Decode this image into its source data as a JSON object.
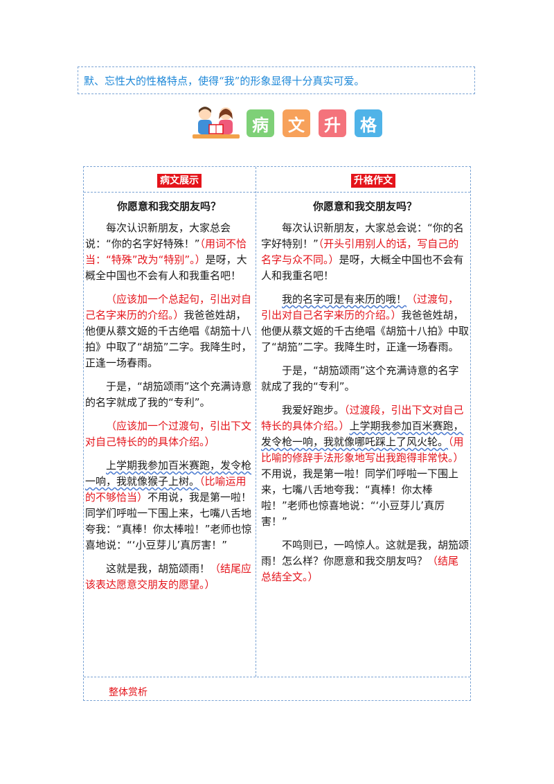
{
  "intro_text": "默、忘性大的性格特点，使得“我”的形象显得十分真实可爱。",
  "banner": {
    "chars": [
      "病",
      "文",
      "升",
      "格"
    ]
  },
  "headers": {
    "left": "病文展示",
    "right": "升格作文"
  },
  "left": {
    "title": "你愿意和我交朋友吗？",
    "p1": {
      "text": "每次认识新朋友，大家总会说：“你的名字好特殊！”",
      "note": "（用词不恰当：“特殊”改为“特别”。）",
      "tail": "是呀，大概全中国也不会有人和我重名吧！"
    },
    "p2": {
      "note": "（应该加一个总起句，引出对自己名字来历的介绍。）",
      "tail": "我爸爸姓胡，他便从蔡文姬的千古绝唱《胡笳十八拍》中取了“胡笳”二字。我降生时，正逢一场春雨。"
    },
    "p3": {
      "text": "于是，“胡笳颂雨”这个充满诗意的名字就成了我的“专利”。"
    },
    "p4": {
      "note": "（应该加一个过渡句，引出下文对自己特长的的具体介绍。）"
    },
    "p5": {
      "wavy": "上学期我参加百米赛跑，发令枪一响，我就像猴子上树。",
      "note": "（比喻运用的不够恰当）",
      "tail": "不用说，我是第一啦！同学们呼啦一下围上来，七嘴八舌地夸我：“真棒！你太棒啦！”老师也惊喜地说：“‘小豆芽儿’真厉害！”"
    },
    "p6": {
      "text": "这就是我，胡笳颂雨！",
      "note": "（结尾应该表达愿意交朋友的愿望。）"
    }
  },
  "right": {
    "title": "你愿意和我交朋友吗？",
    "p1": {
      "text": "每次认识新朋友，大家总会说：“你的名字好特别！”",
      "note": "（开头引用别人的话，写自己的名字与众不同。）",
      "tail": "是呀，大概全中国也不会有人和我重名吧！"
    },
    "p2": {
      "wavy": "我的名字可是有来历的哦！",
      "note": "（过渡句，引出对自己名字来历的介绍。）",
      "tail": "我爸爸姓胡，他便从蔡文姬的千古绝唱《胡笳十八拍》中取了“胡笳”二字。我降生时，正逢一场春雨。"
    },
    "p3": {
      "text": "于是，“胡笳颂雨”这个充满诗意的名字就成了我的“专利”。"
    },
    "p4": {
      "text": "我爱好跑步。",
      "note1": "（过渡段，引出下文对自己特长的具体介绍。）",
      "wavy": "上学期我参加百米赛跑，发令枪一响，我就像哪吒踩上了风火轮。",
      "note2": "（用比喻的修辞手法形象地写出我跑得非常快。）",
      "tail": "不用说，我是第一啦！同学们呼啦一下围上来，七嘴八舌地夸我：“真棒！你太棒啦！”老师也惊喜地说：“‘小豆芽儿’真厉害！”"
    },
    "p5": {
      "text": "不鸣则已，一鸣惊人。这就是我，胡笳颂雨！怎么样？你愿意和我交朋友吗？",
      "note": "（结尾总结全文。）"
    }
  },
  "summary_label": "整体赏析",
  "colors": {
    "accent_red": "#e4141b",
    "accent_blue": "#1e88d8",
    "border": "#7aa3d4"
  }
}
